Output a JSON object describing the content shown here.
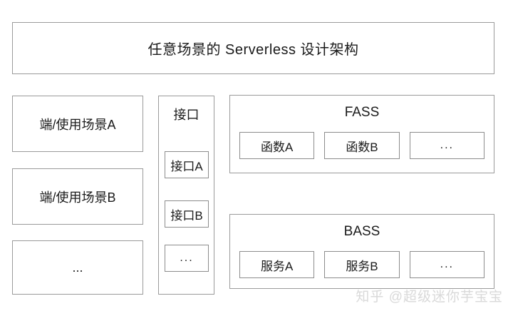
{
  "diagram": {
    "title": "任意场景的 Serverless 设计架构",
    "left_column": {
      "items": [
        {
          "label": "端/使用场景A"
        },
        {
          "label": "端/使用场景B"
        },
        {
          "label": "..."
        }
      ]
    },
    "interface_column": {
      "title": "接口",
      "items": [
        {
          "label": "接口A"
        },
        {
          "label": "接口B"
        },
        {
          "label": "..."
        }
      ]
    },
    "groups": [
      {
        "title": "FASS",
        "items": [
          {
            "label": "函数A"
          },
          {
            "label": "函数B"
          },
          {
            "label": "..."
          }
        ]
      },
      {
        "title": "BASS",
        "items": [
          {
            "label": "服务A"
          },
          {
            "label": "服务B"
          },
          {
            "label": "..."
          }
        ]
      }
    ]
  },
  "watermark": "知乎 @超级迷你芋宝宝",
  "colors": {
    "background": "#ffffff",
    "border": "#9a9a9a",
    "inner_border": "#8c8c8c",
    "text": "#1a1a1a",
    "watermark": "#d9d9d9"
  }
}
